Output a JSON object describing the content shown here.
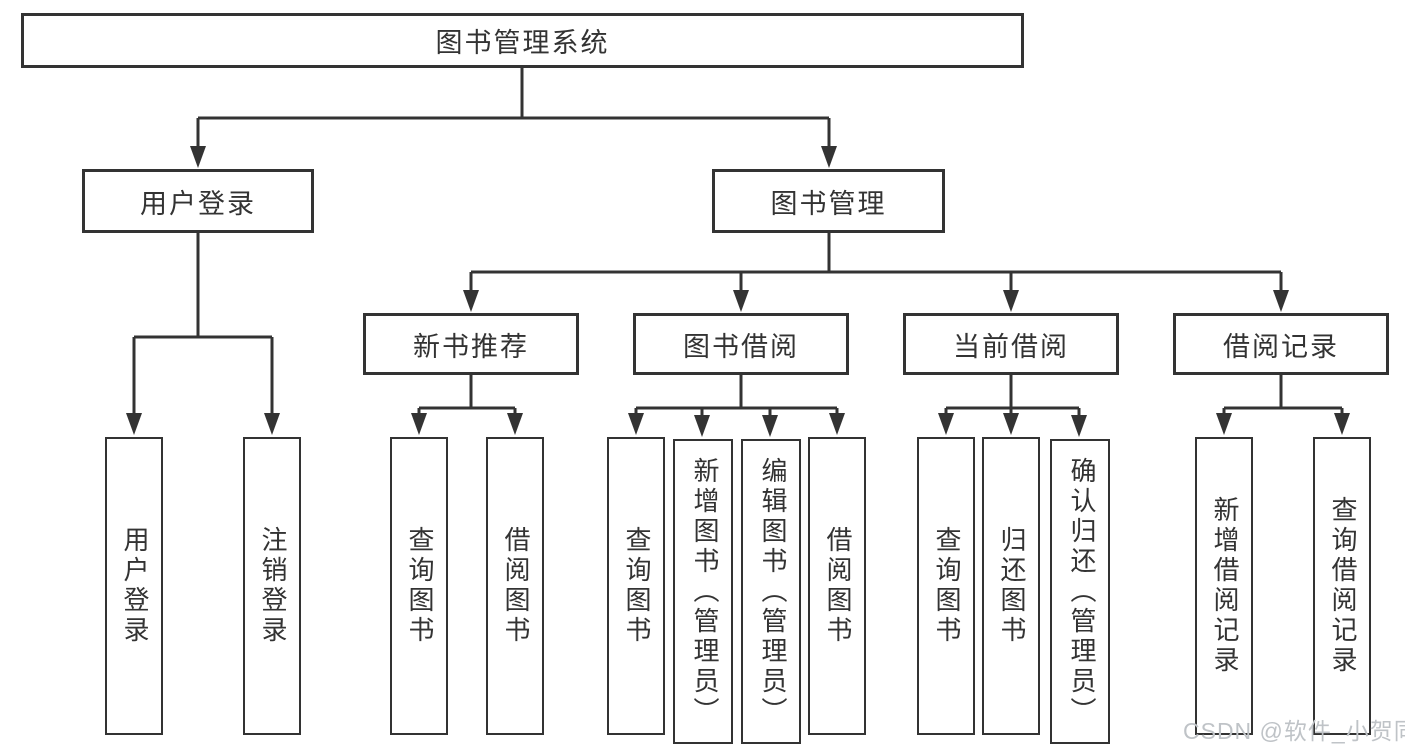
{
  "diagram": {
    "root": {
      "label": "图书管理系统"
    },
    "level2": [
      {
        "label": "用户登录"
      },
      {
        "label": "图书管理"
      }
    ],
    "level3": [
      {
        "label": "新书推荐"
      },
      {
        "label": "图书借阅"
      },
      {
        "label": "当前借阅"
      },
      {
        "label": "借阅记录"
      }
    ],
    "leaves": {
      "login": [
        "用户登录",
        "注销登录"
      ],
      "recommend": [
        "查询图书",
        "借阅图书"
      ],
      "borrow": [
        "查询图书",
        "新增图书（管理员）",
        "编辑图书（管理员）",
        "借阅图书"
      ],
      "current": [
        "查询图书",
        "归还图书",
        "确认归还（管理员）"
      ],
      "records": [
        "新增借阅记录",
        "查询借阅记录"
      ]
    }
  },
  "watermark": {
    "text": "CSDN @软件_小贺同学"
  },
  "colors": {
    "line": "#333333",
    "box_background": "#ffffff",
    "text": "#333333",
    "watermark": "#bfc3c7"
  }
}
